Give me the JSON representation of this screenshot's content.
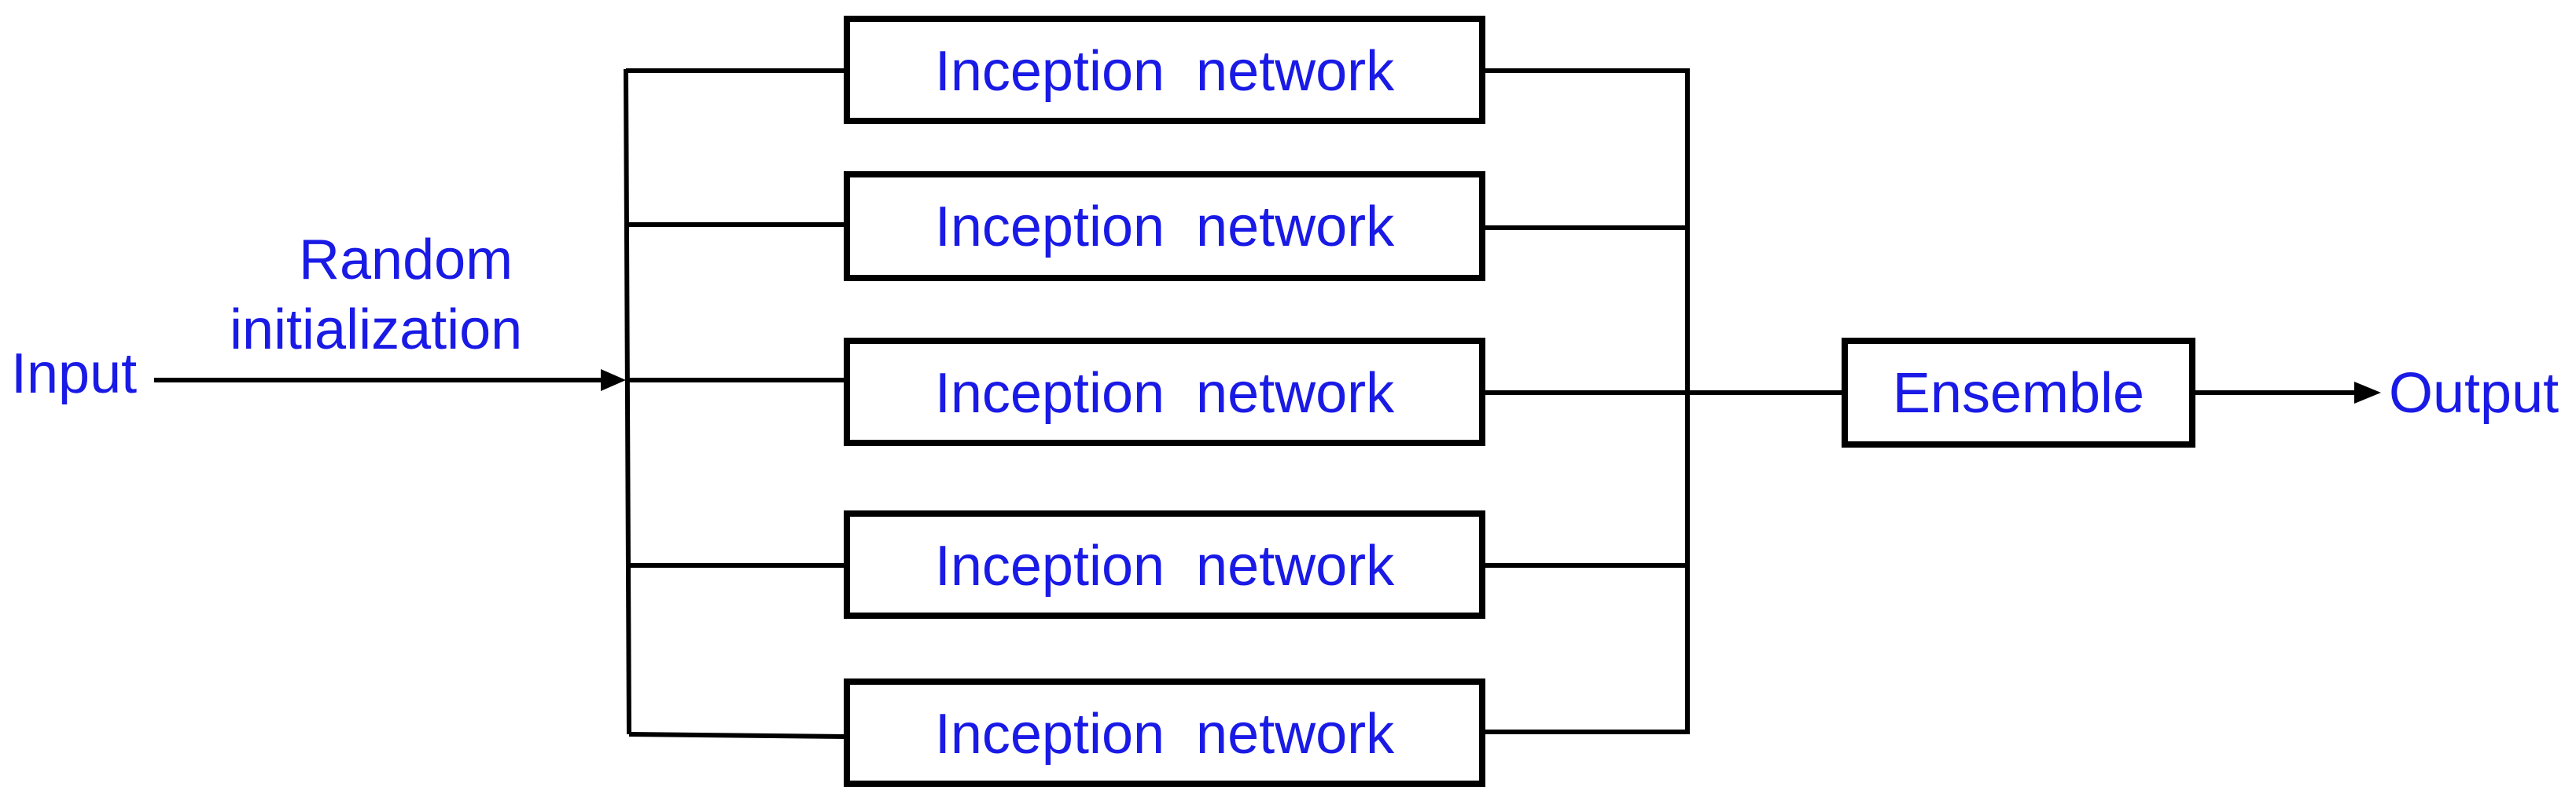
{
  "colors": {
    "text": "#1a1ae6",
    "line": "#000000",
    "background": "#ffffff"
  },
  "input_label": "Input",
  "random_init": {
    "line1": "Random",
    "line2": "initialization"
  },
  "networks": [
    {
      "label": "Inception  network"
    },
    {
      "label": "Inception  network"
    },
    {
      "label": "Inception  network"
    },
    {
      "label": "Inception  network"
    },
    {
      "label": "Inception  network"
    }
  ],
  "ensemble_label": "Ensemble",
  "output_label": "Output"
}
